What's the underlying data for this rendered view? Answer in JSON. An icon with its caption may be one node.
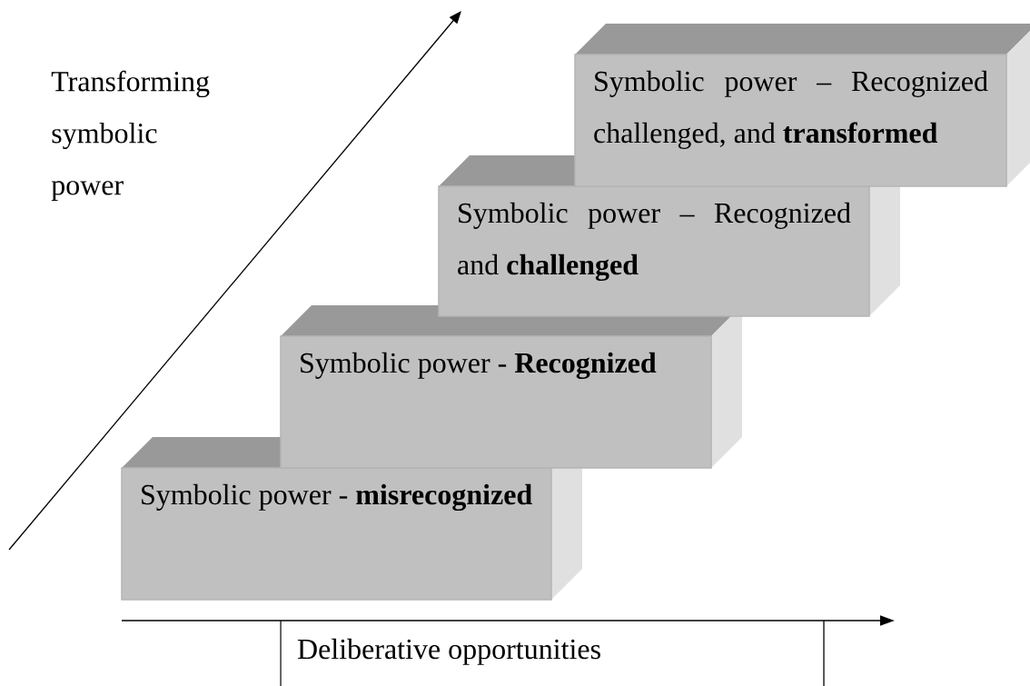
{
  "diagram": {
    "nodes": [
      {
        "text": [
          "Symbolic power - **misrecognized**"
        ]
      },
      {
        "text": [
          "Symbolic power - **Recognized**"
        ]
      },
      {
        "text": [
          "Symbolic power – Recognized and **challenged**"
        ]
      },
      {
        "text": [
          "Symbolic power – Recognized challenged, and **transformed**"
        ]
      },
      {
        "text": [
          "Deliberative opportunities"
        ]
      }
    ],
    "labels": [
      "Transforming symbolic power"
    ]
  }
}
